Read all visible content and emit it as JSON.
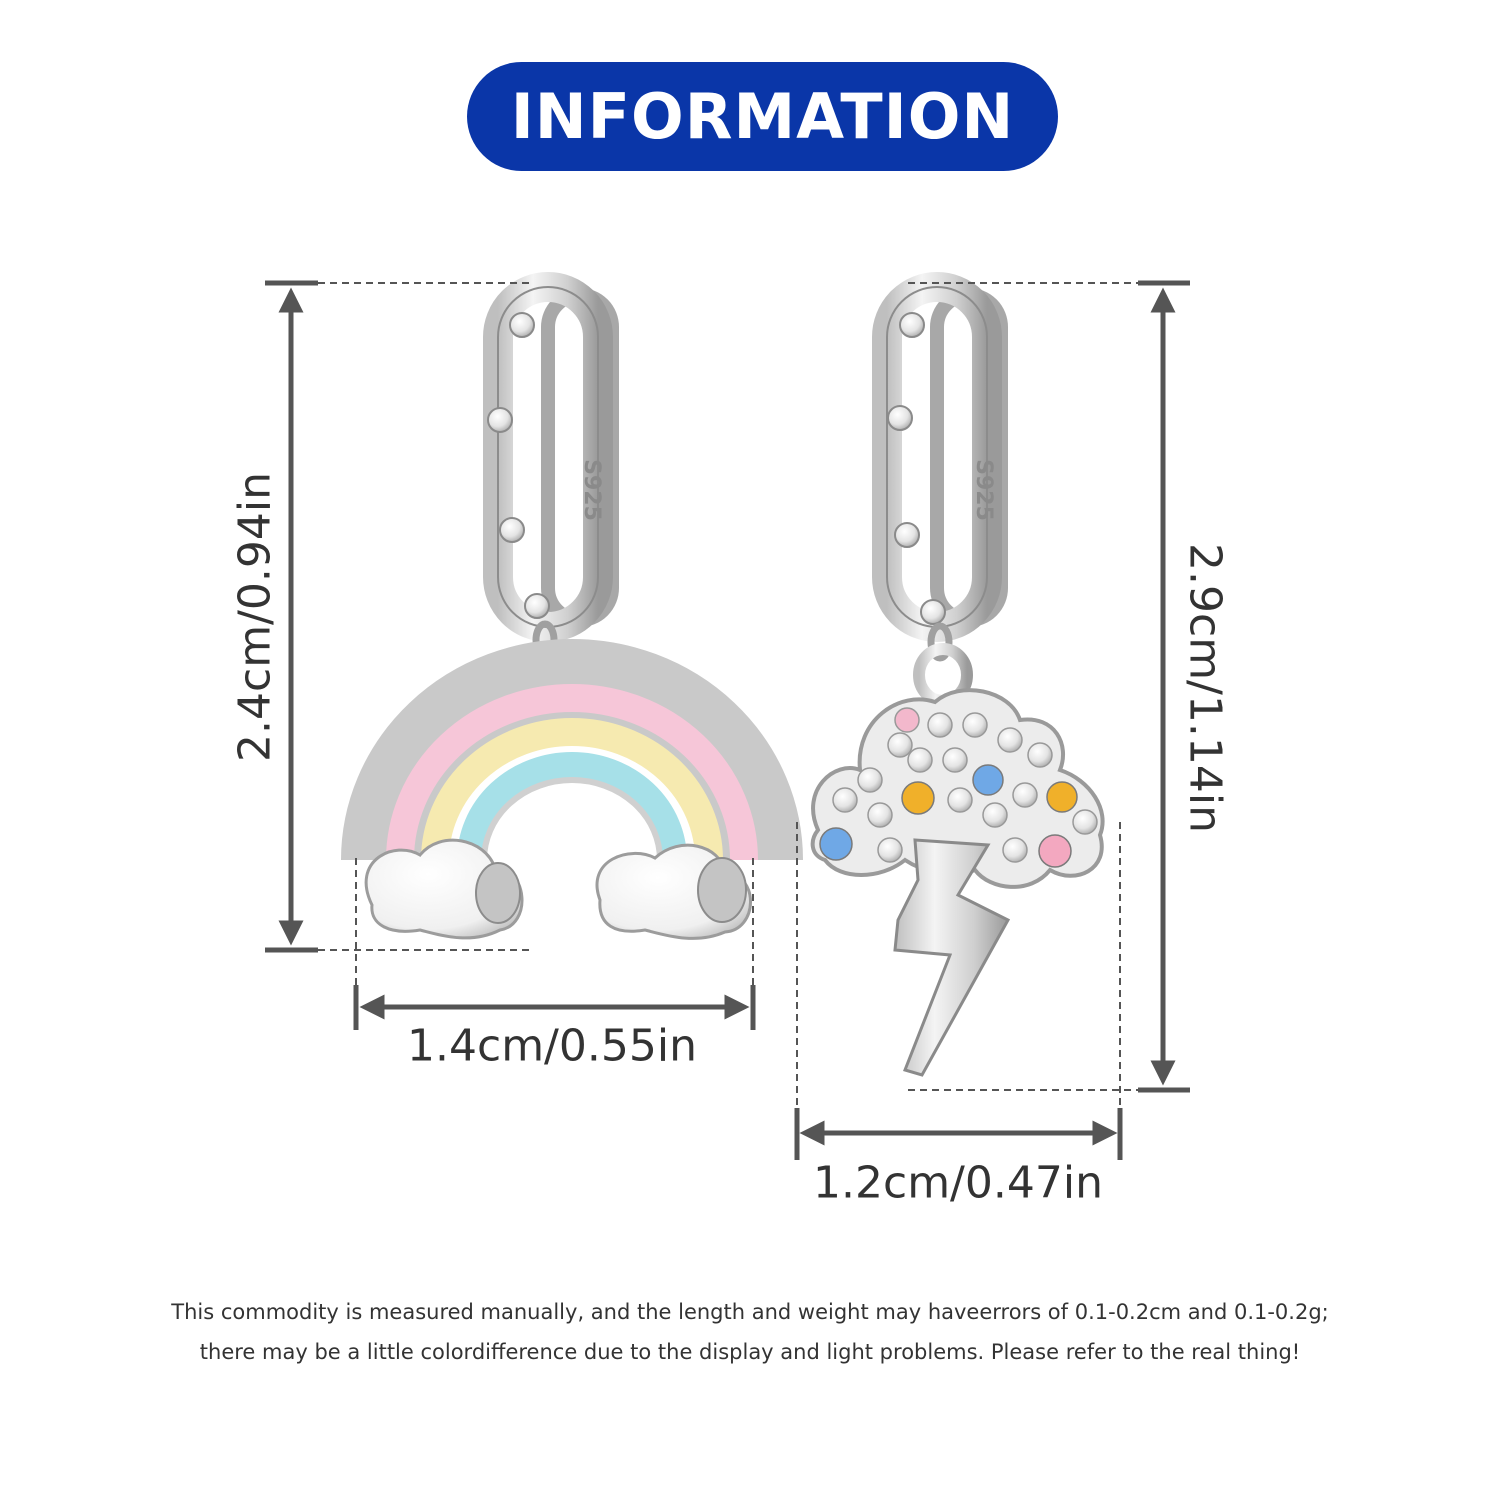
{
  "header": {
    "title": "INFORMATION"
  },
  "colors": {
    "header_bg": "#0a36a8",
    "dimension_line": "#555555",
    "text": "#333333",
    "silver": "#d9d9d9",
    "rainbow_pink": "#f6c6d8",
    "rainbow_yellow": "#f6eab0",
    "rainbow_blue": "#a6e0e8"
  },
  "earrings": {
    "left": {
      "name": "rainbow-earring",
      "hoop_stamp": "S925"
    },
    "right": {
      "name": "lightning-cloud-earring",
      "hoop_stamp": "S925"
    }
  },
  "dimensions": {
    "left_height": "2.4cm/0.94in",
    "left_width": "1.4cm/0.55in",
    "right_height": "2.9cm/1.14in",
    "right_width": "1.2cm/0.47in"
  },
  "disclaimer": {
    "line1": "This commodity is measured manually, and the length and weight may haveerrors of 0.1-0.2cm and 0.1-0.2g;",
    "line2": "there may be a little colordifference due to the display and light problems. Please refer to the real thing!"
  }
}
